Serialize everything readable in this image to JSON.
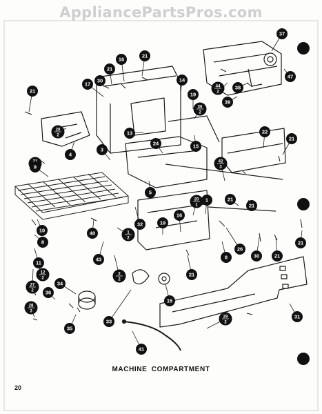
{
  "header": {
    "watermark": "AppliancePartsPros.com"
  },
  "caption": "MACHINE  COMPARTMENT",
  "page_number": "20",
  "callouts": [
    "37",
    "21",
    "16",
    "21",
    "30",
    "38",
    "47",
    "17",
    "14",
    "19",
    "44/2",
    "39",
    "21",
    "30/2",
    "20/2",
    "4",
    "13",
    "15",
    "22",
    "21",
    "24",
    "3",
    "42/3",
    "21/2",
    "9",
    "5",
    "21",
    "20/1",
    "1",
    "16",
    "19",
    "32",
    "21",
    "10",
    "8",
    "40",
    "1/2",
    "26",
    "21",
    "11",
    "43",
    "8",
    "30",
    "21",
    "12/2",
    "2/2",
    "21",
    "27/2",
    "34",
    "36",
    "15",
    "31",
    "28/3",
    "33",
    "35",
    "29/2",
    "41"
  ]
}
